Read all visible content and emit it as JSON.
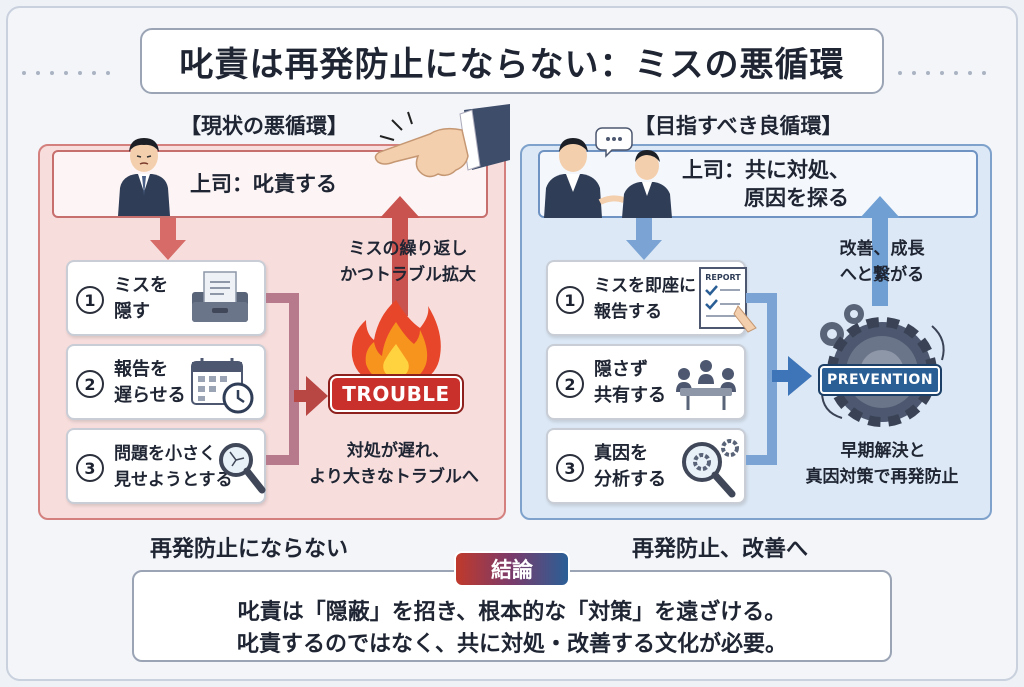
{
  "title": "叱責は再発防止にならない：ミスの悪循環",
  "left": {
    "label": "【現状の悪循環】",
    "boss": "上司：叱責する",
    "steps": [
      {
        "num": "1",
        "line1": "ミスを",
        "line2": "隠す",
        "icon": "document-tray-icon"
      },
      {
        "num": "2",
        "line1": "報告を",
        "line2": "遅らせる",
        "icon": "calendar-clock-icon"
      },
      {
        "num": "3",
        "line1": "問題を小さく",
        "line2": "見せようとする",
        "icon": "cracked-magnifier-icon"
      }
    ],
    "loop_note_1": "ミスの繰り返し",
    "loop_note_2": "かつトラブル拡大",
    "badge": "TROUBLE",
    "bottom_note_1": "対処が遅れ、",
    "bottom_note_2": "より大きなトラブルへ",
    "result": "再発防止にならない",
    "accent": "#c9302c"
  },
  "right": {
    "label": "【目指すべき良循環】",
    "boss_1": "上司：共に対処、",
    "boss_2": "原因を探る",
    "steps": [
      {
        "num": "1",
        "line1": "ミスを即座に",
        "line2": "報告する",
        "icon": "report-checklist-icon",
        "icon_text": "REPORT"
      },
      {
        "num": "2",
        "line1": "隠さず",
        "line2": "共有する",
        "icon": "meeting-icon"
      },
      {
        "num": "3",
        "line1": "真因を",
        "line2": "分析する",
        "icon": "gear-magnifier-icon"
      }
    ],
    "loop_note_1": "改善、成長",
    "loop_note_2": "へと繋がる",
    "badge": "PREVENTION",
    "bottom_note_1": "早期解決と",
    "bottom_note_2": "真因対策で再発防止",
    "result": "再発防止、改善へ",
    "accent": "#2a5f96"
  },
  "conclusion": {
    "tag": "結論",
    "line1": "叱責は「隠蔽」を招き、根本的な「対策」を遠ざける。",
    "line2": "叱責するのではなく、共に対処・改善する文化が必要。"
  }
}
